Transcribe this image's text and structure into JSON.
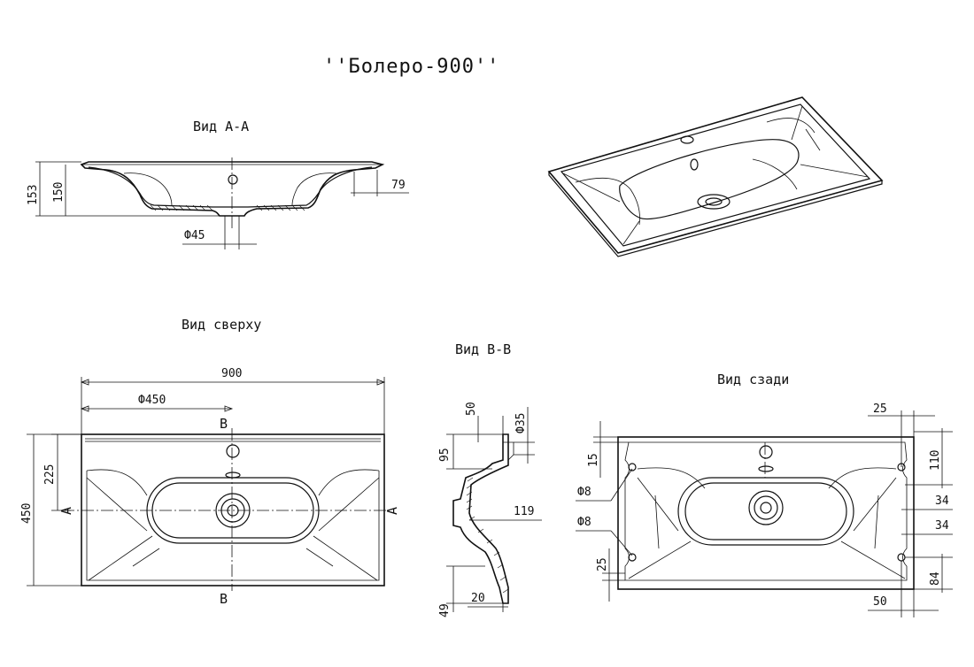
{
  "title": "''Болеро-900''",
  "views": {
    "section_aa": "Вид А-А",
    "top": "Вид сверху",
    "section_bb": "Вид В-В",
    "back": "Вид сзади"
  },
  "dims": {
    "aa_153": "153",
    "aa_150": "150",
    "aa_79": "79",
    "aa_d45": "Ф45",
    "top_900": "900",
    "top_d450": "Ф450",
    "top_225": "225",
    "top_450": "450",
    "bb_50": "50",
    "bb_d35": "Ф35",
    "bb_95": "95",
    "bb_119": "119",
    "bb_49": "49",
    "bb_20": "20",
    "back_25_top": "25",
    "back_15": "15",
    "back_110": "110",
    "back_d8_a": "Ф8",
    "back_d8_b": "Ф8",
    "back_34_a": "34",
    "back_34_b": "34",
    "back_25_bottom": "25",
    "back_84": "84",
    "back_50": "50"
  },
  "labels": {
    "b_top": "В",
    "b_bottom": "В",
    "a_left": "А",
    "a_right": "А"
  }
}
